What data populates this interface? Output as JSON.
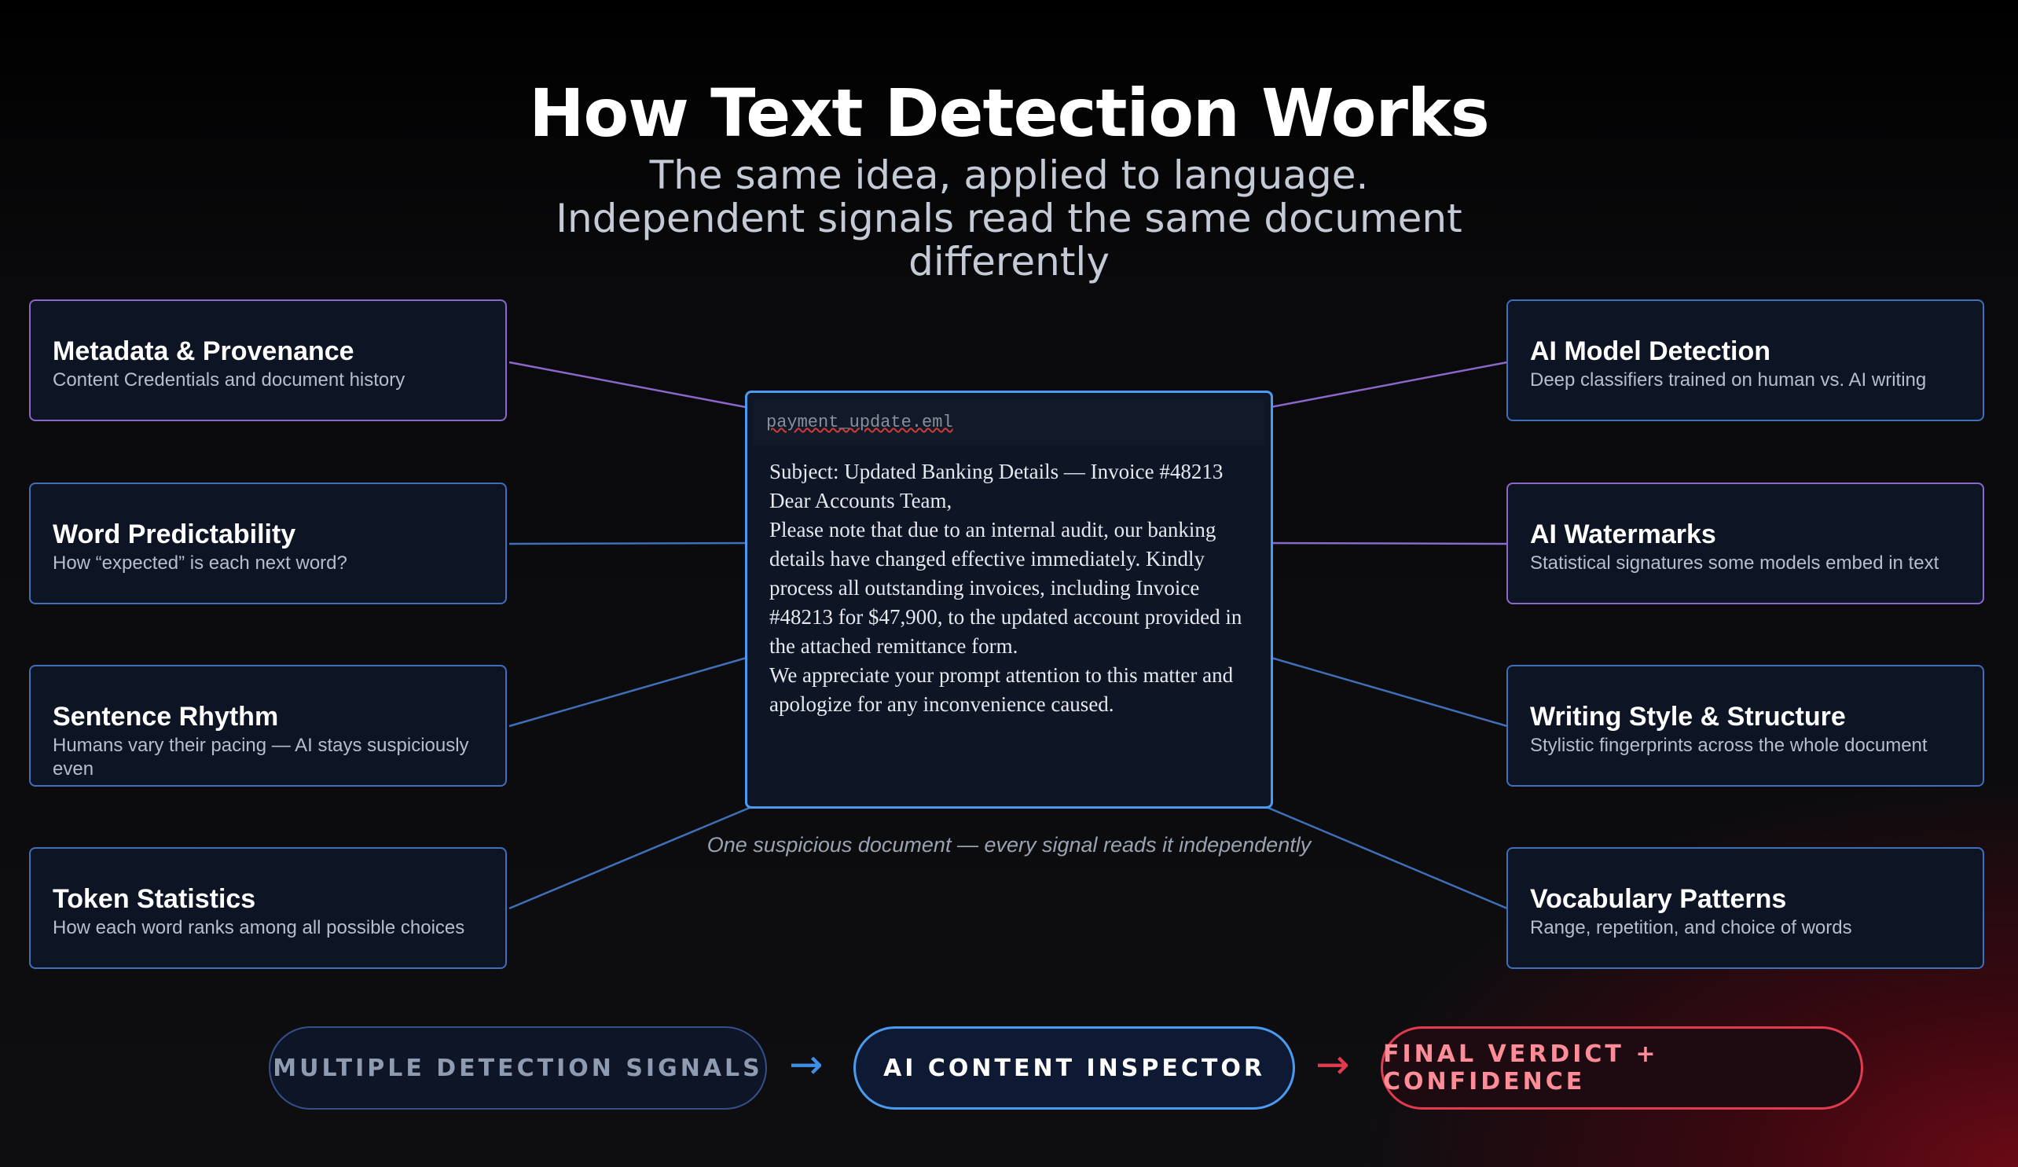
{
  "title": "How Text Detection Works",
  "subtitle": "The same idea, applied to language. Independent signals read the same document differently",
  "left_cards": [
    {
      "title": "Metadata & Provenance",
      "desc": "Content Credentials and document history",
      "accent": "#8a67c9"
    },
    {
      "title": "Word Predictability",
      "desc": "How “expected” is each next word?",
      "accent": "#3f6fb8"
    },
    {
      "title": "Sentence Rhythm",
      "desc": "Humans vary their pacing — AI stays suspiciously even",
      "accent": "#3f6fb8"
    },
    {
      "title": "Token Statistics",
      "desc": "How each word ranks among all possible choices",
      "accent": "#3f6fb8"
    }
  ],
  "right_cards": [
    {
      "title": "AI Model Detection",
      "desc": "Deep classifiers trained on human vs. AI writing",
      "accent": "#3f6fb8"
    },
    {
      "title": "AI Watermarks",
      "desc": "Statistical signatures some models embed in text",
      "accent": "#8a67c9"
    },
    {
      "title": "Writing Style & Structure",
      "desc": "Stylistic fingerprints across the whole document",
      "accent": "#3f6fb8"
    },
    {
      "title": "Vocabulary Patterns",
      "desc": "Range, repetition, and choice of words",
      "accent": "#3f6fb8"
    }
  ],
  "document": {
    "filename": "payment_update.eml",
    "lines": [
      "Subject: Updated Banking Details — Invoice #48213",
      "Dear Accounts Team,",
      "Please note that due to an internal audit, our banking details have changed effective immediately. Kindly process all outstanding invoices, including Invoice #48213 for $47,900, to the updated account provided in the attached remittance form.",
      "We appreciate your prompt attention to this matter and apologize for any inconvenience caused."
    ]
  },
  "caption": "One suspicious document — every signal reads it independently",
  "pipeline": {
    "step1": "MULTIPLE DETECTION SIGNALS",
    "arrow1": "→",
    "step2": "AI CONTENT INSPECTOR",
    "arrow2": "→",
    "step3": "FINAL VERDICT + CONFIDENCE"
  },
  "colors": {
    "blue_line": "#3f6fb8",
    "purple_line": "#8a67c9",
    "doc_border": "#4a9bf0",
    "verdict_red": "#e23a4e"
  }
}
